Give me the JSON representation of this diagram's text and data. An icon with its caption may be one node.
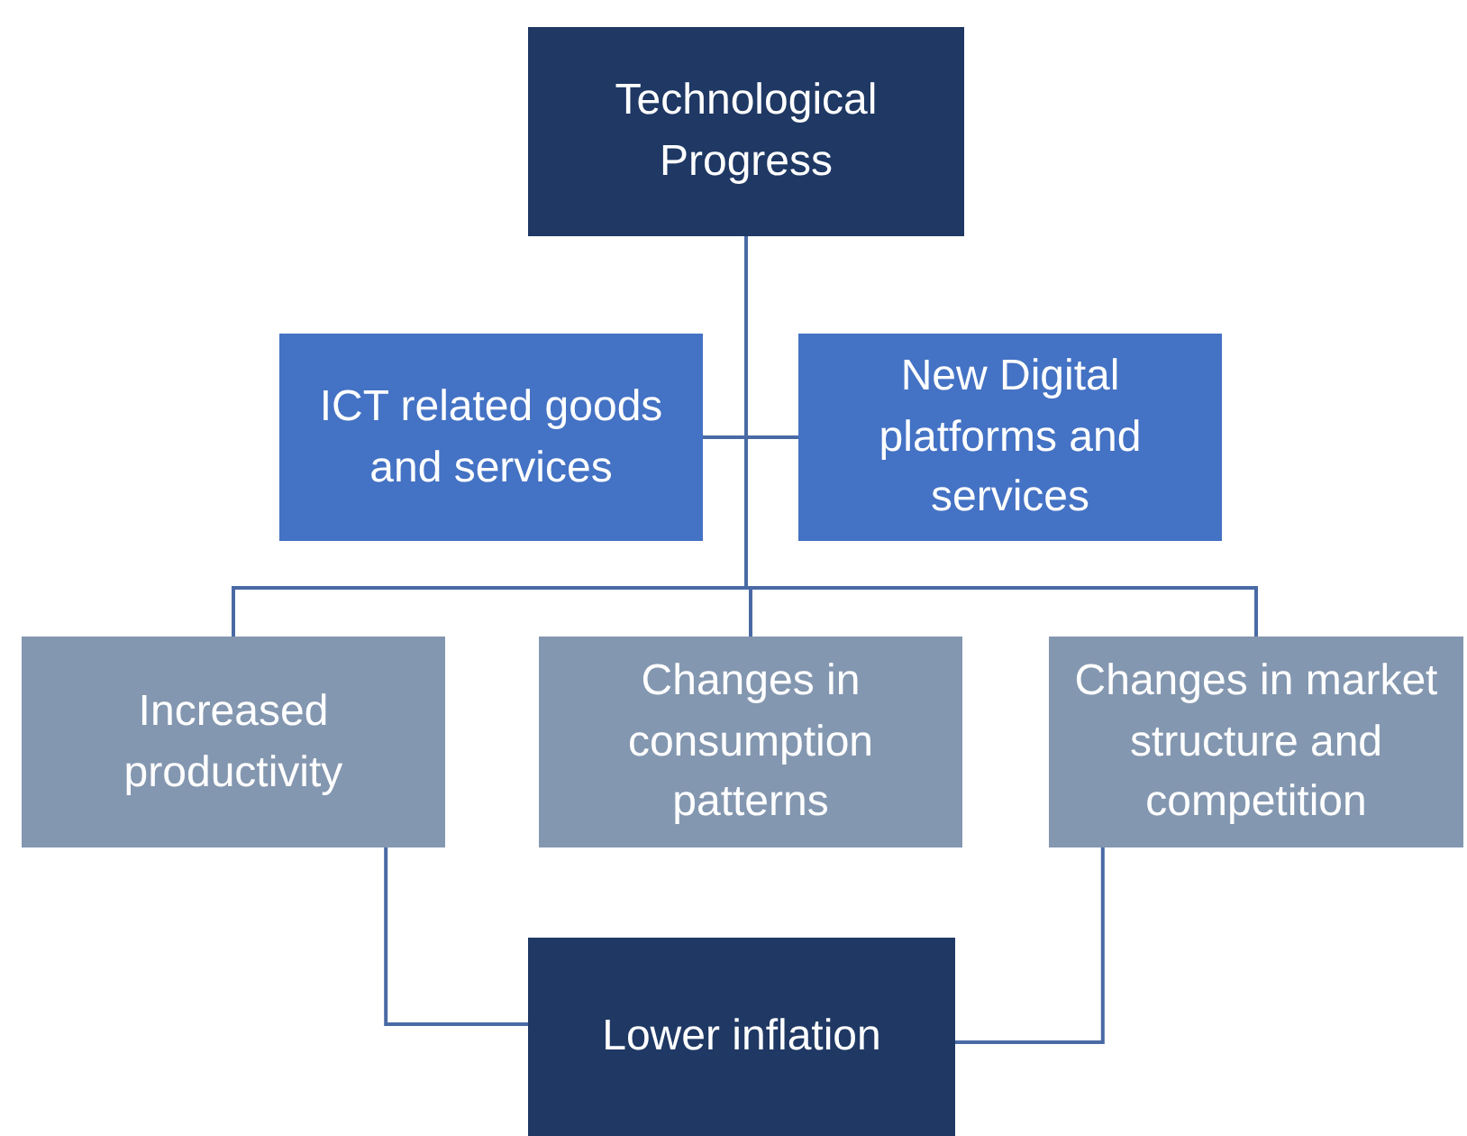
{
  "diagram": {
    "nodes": [
      {
        "text": [
          "Technological Progress"
        ]
      },
      {
        "text": [
          "ICT related goods and services"
        ]
      },
      {
        "text": [
          "New Digital platforms and services"
        ]
      },
      {
        "text": [
          "Increased productivity"
        ]
      },
      {
        "text": [
          "Changes in consumption patterns"
        ]
      },
      {
        "text": [
          "Changes in market structure and competition"
        ]
      },
      {
        "text": [
          "Lower inflation"
        ]
      }
    ],
    "edges": [
      {
        "from": 0,
        "to": 1,
        "arrow": "none"
      },
      {
        "from": 0,
        "to": 2,
        "arrow": "none"
      },
      {
        "from": 0,
        "to": 3,
        "arrow": "none"
      },
      {
        "from": 0,
        "to": 4,
        "arrow": "none"
      },
      {
        "from": 0,
        "to": 5,
        "arrow": "none"
      },
      {
        "from": 3,
        "to": 6,
        "arrow": "none"
      },
      {
        "from": 5,
        "to": 6,
        "arrow": "none"
      }
    ]
  }
}
